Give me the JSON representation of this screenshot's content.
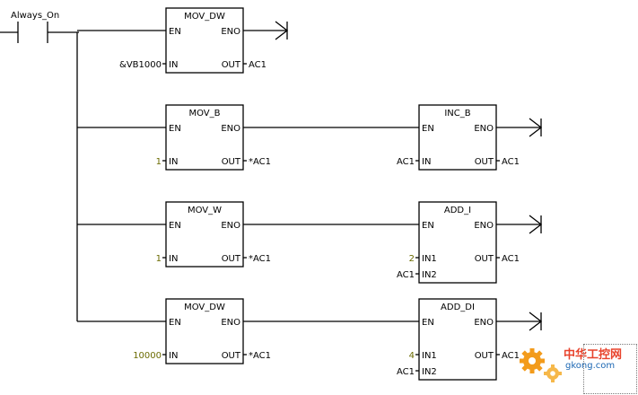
{
  "contact": {
    "label": "Always_On"
  },
  "boxes": [
    {
      "title": "MOV_DW",
      "en": "EN",
      "eno": "ENO",
      "inputs": [
        {
          "pin": "IN",
          "value": "&VB1000",
          "const": false
        }
      ],
      "outputs": [
        {
          "pin": "OUT",
          "value": "AC1"
        }
      ]
    },
    {
      "title": "MOV_B",
      "en": "EN",
      "eno": "ENO",
      "inputs": [
        {
          "pin": "IN",
          "value": "1",
          "const": true
        }
      ],
      "outputs": [
        {
          "pin": "OUT",
          "value": "*AC1"
        }
      ]
    },
    {
      "title": "INC_B",
      "en": "EN",
      "eno": "ENO",
      "inputs": [
        {
          "pin": "IN",
          "value": "AC1",
          "const": false
        }
      ],
      "outputs": [
        {
          "pin": "OUT",
          "value": "AC1"
        }
      ]
    },
    {
      "title": "MOV_W",
      "en": "EN",
      "eno": "ENO",
      "inputs": [
        {
          "pin": "IN",
          "value": "1",
          "const": true
        }
      ],
      "outputs": [
        {
          "pin": "OUT",
          "value": "*AC1"
        }
      ]
    },
    {
      "title": "ADD_I",
      "en": "EN",
      "eno": "ENO",
      "inputs": [
        {
          "pin": "IN1",
          "value": "2",
          "const": true
        },
        {
          "pin": "IN2",
          "value": "AC1",
          "const": false
        }
      ],
      "outputs": [
        {
          "pin": "OUT",
          "value": "AC1"
        }
      ]
    },
    {
      "title": "MOV_DW",
      "en": "EN",
      "eno": "ENO",
      "inputs": [
        {
          "pin": "IN",
          "value": "10000",
          "const": true
        }
      ],
      "outputs": [
        {
          "pin": "OUT",
          "value": "*AC1"
        }
      ]
    },
    {
      "title": "ADD_DI",
      "en": "EN",
      "eno": "ENO",
      "inputs": [
        {
          "pin": "IN1",
          "value": "4",
          "const": true
        },
        {
          "pin": "IN2",
          "value": "AC1",
          "const": false
        }
      ],
      "outputs": [
        {
          "pin": "OUT",
          "value": "AC1"
        }
      ]
    }
  ],
  "watermark": {
    "site_cn": "中华工控网",
    "url": "gkong.com"
  },
  "colors": {
    "line": "#000000",
    "constant": "#6b6b00",
    "watermark_red": "#e8432c",
    "watermark_blue": "#1a66b3",
    "gear": "#f39b1b"
  }
}
